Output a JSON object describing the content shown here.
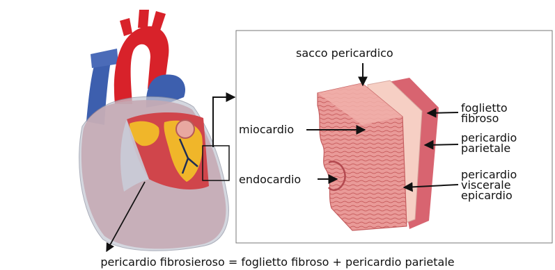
{
  "labels": {
    "sacco": "sacco pericardico",
    "miocardio": "miocardio",
    "endocardio": "endocardio",
    "foglietto": [
      "foglietto",
      "fibroso"
    ],
    "parietale": [
      "pericardio",
      "parietale"
    ],
    "viscerale": [
      "pericardio",
      "viscerale",
      "epicardio"
    ]
  },
  "caption": "pericardio fibrosieroso = foglietto fibroso + pericardio parietale",
  "colors": {
    "muscle": "#e88f8f",
    "muscle_dark": "#c85a5a",
    "membrane": "#f6cfc4",
    "aorta_red": "#d8222a",
    "vein_blue": "#3d5fae",
    "fat_yellow": "#f0b62a",
    "sac": "#c4c8d4"
  }
}
